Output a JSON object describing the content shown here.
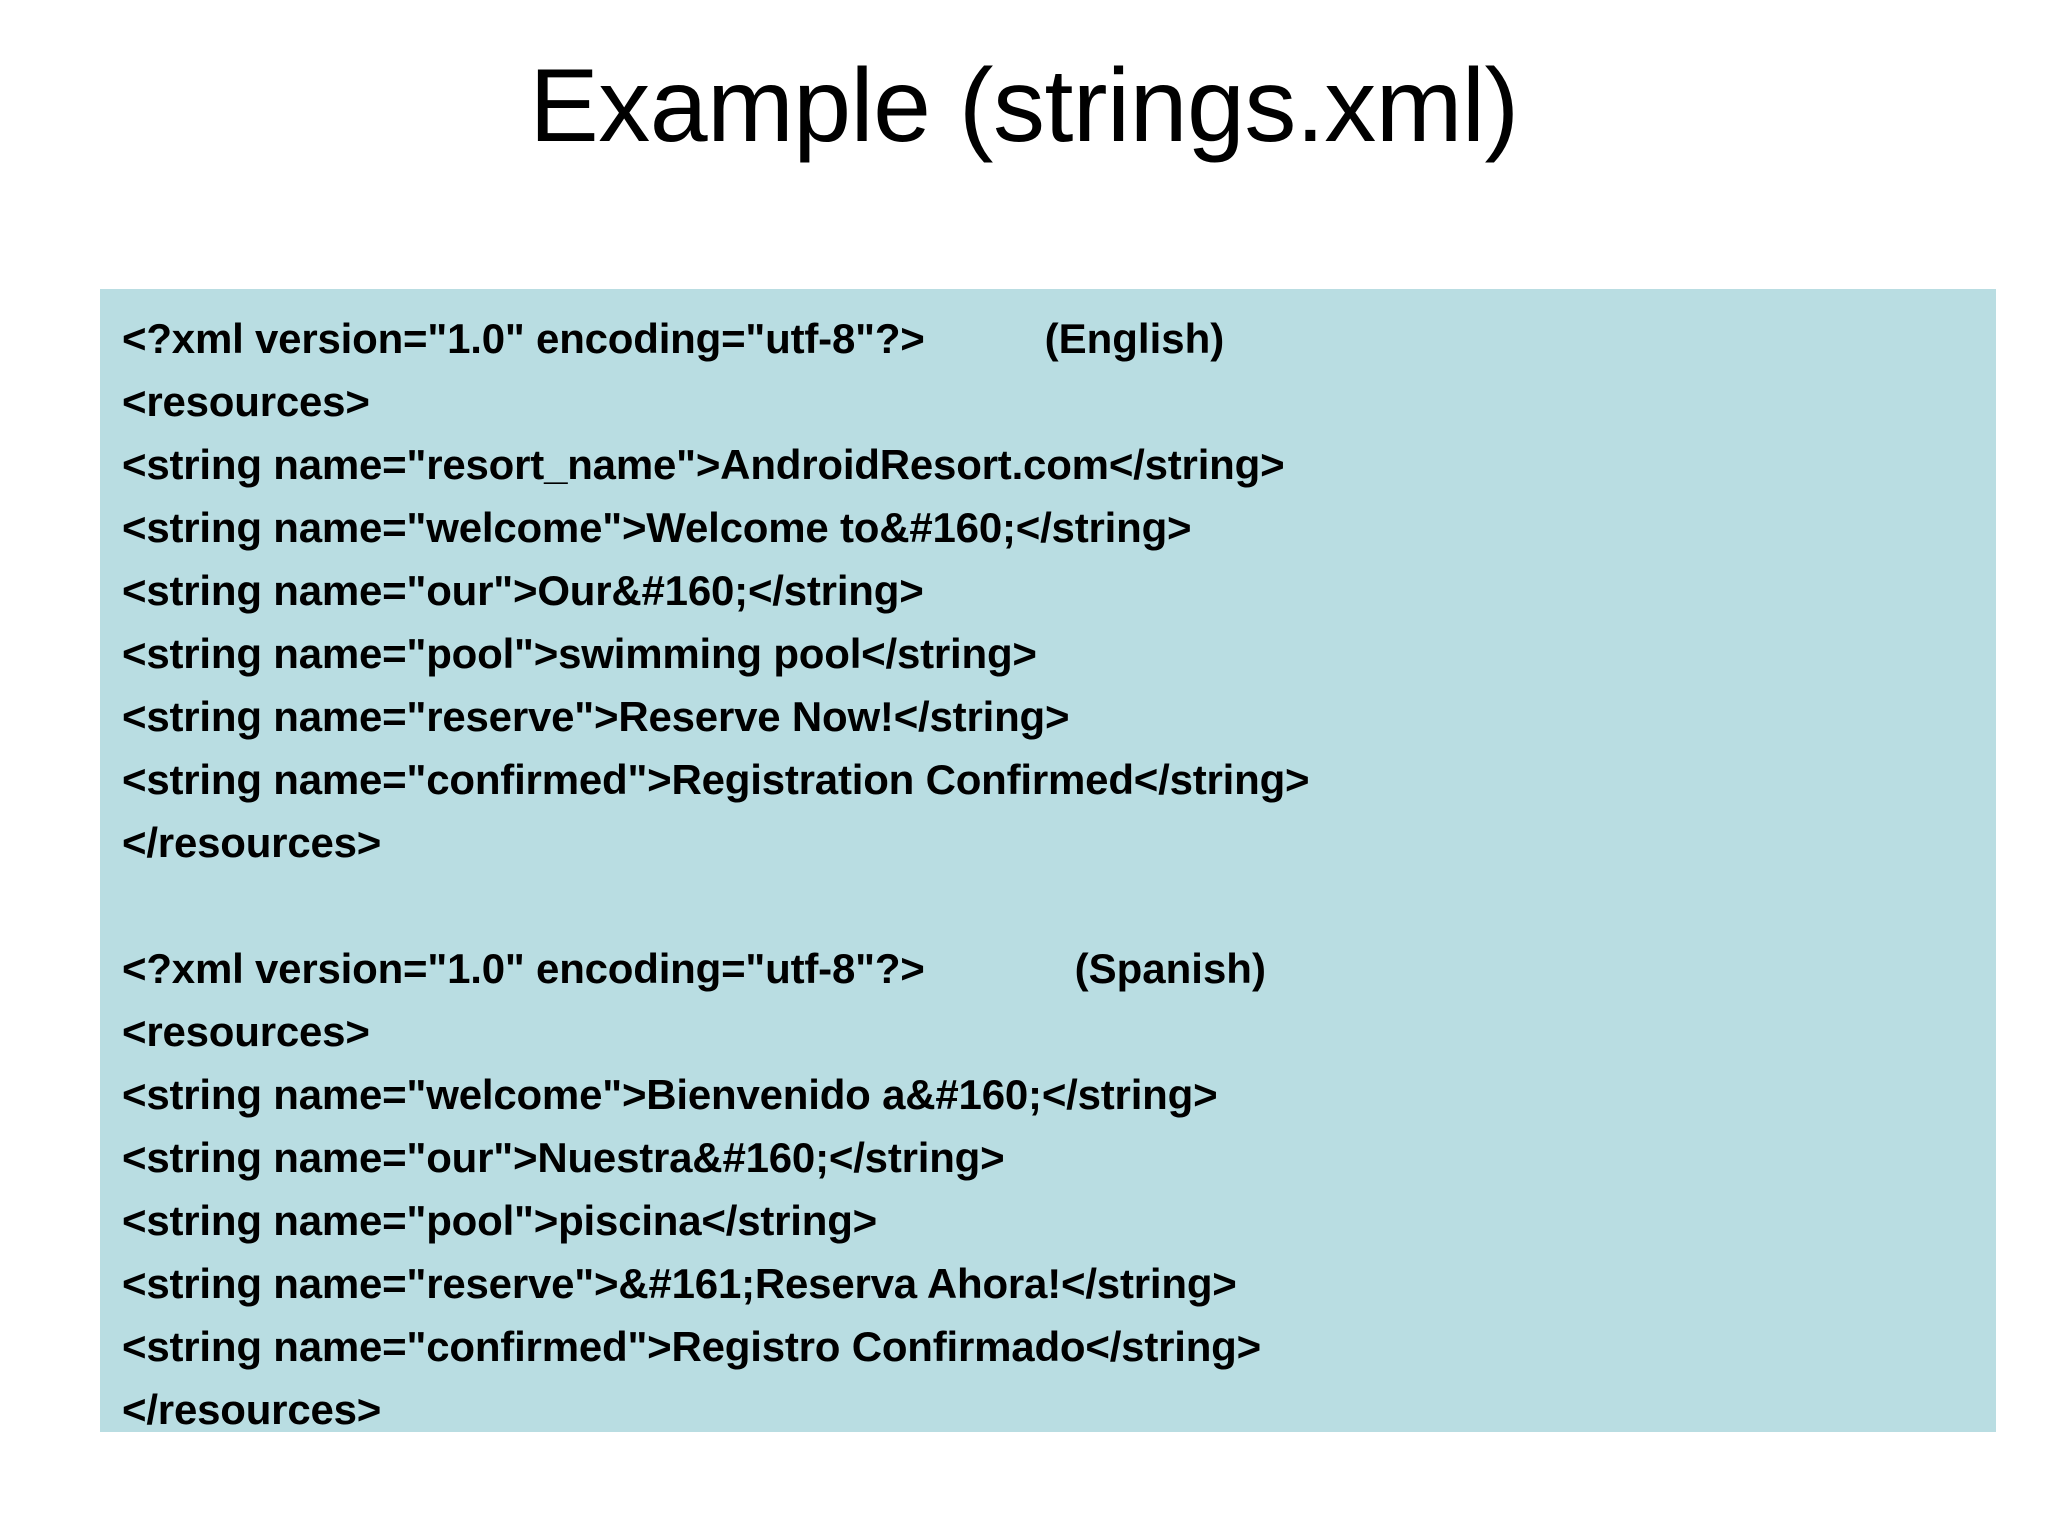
{
  "slide": {
    "title": "Example (strings.xml)",
    "panel_bg": "#b9dde2",
    "text_color": "#000000",
    "page_bg": "#ffffff"
  },
  "code": {
    "english": {
      "tag": "(English)",
      "lines": [
        "<?xml version=\"1.0\" encoding=\"utf-8\"?>",
        "<resources>",
        "<string name=\"resort_name\">AndroidResort.com</string>",
        "<string name=\"welcome\">Welcome to&#160;</string>",
        "<string name=\"our\">Our&#160;</string>",
        "<string name=\"pool\">swimming pool</string>",
        "<string name=\"reserve\">Reserve Now!</string>",
        "<string name=\"confirmed\">Registration Confirmed</string>",
        "</resources>"
      ]
    },
    "spanish": {
      "tag": "(Spanish)",
      "lines": [
        "<?xml version=\"1.0\" encoding=\"utf-8\"?>",
        "<resources>",
        "<string name=\"welcome\">Bienvenido a&#160;</string>",
        "<string name=\"our\">Nuestra&#160;</string>",
        "<string name=\"pool\">piscina</string>",
        "<string name=\"reserve\">&#161;Reserva Ahora!</string>",
        "<string name=\"confirmed\">Registro Confirmado</string>",
        "</resources>"
      ]
    }
  }
}
